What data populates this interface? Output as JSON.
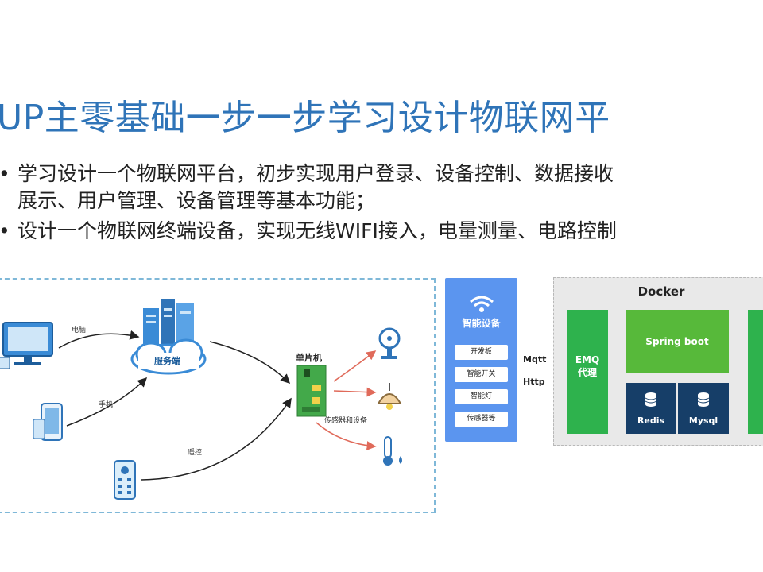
{
  "title": "UP主零基础一步一步学习设计物联网平",
  "bullets": [
    {
      "marker": "•",
      "lines": [
        "学习设计一个物联网平台，初步实现用户登录、设备控制、数据接收",
        "展示、用户管理、设备管理等基本功能；"
      ]
    },
    {
      "marker": "•",
      "lines": [
        "设计一个物联网终端设备，实现无线WIFI接入，电量测量、电路控制"
      ]
    }
  ],
  "left_diagram": {
    "label_pc": "电脑",
    "label_phone": "手机",
    "label_remote": "遥控",
    "label_server": "服务端",
    "label_mcu": "单片机",
    "label_sensors": "传感器和设备"
  },
  "right_diagram": {
    "smart_title": "智能设备",
    "chips": [
      "开发板",
      "智能开关",
      "智能灯",
      "传感器等"
    ],
    "proto_top": "Mqtt",
    "proto_bottom": "Http",
    "docker_title": "Docker",
    "emq_line1": "EMQ",
    "emq_line2": "代理",
    "spring": "Spring boot",
    "redis": "Redis",
    "mysql": "Mysql"
  },
  "colors": {
    "title": "#2f74b8",
    "smart_panel": "#5b95ef",
    "green": "#2eb24d",
    "navy": "#163e68"
  }
}
